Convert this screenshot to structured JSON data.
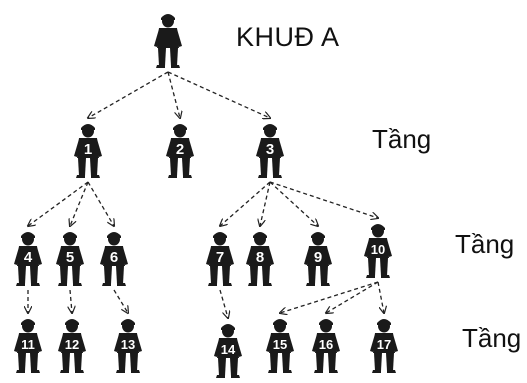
{
  "title": "KHUĐ A",
  "tier_labels": [
    "Tầng",
    "Tầng",
    "Tầng"
  ],
  "root": {
    "number": ""
  },
  "nodes": [
    {
      "id": 1,
      "label": "1",
      "level": 1,
      "parent": 0
    },
    {
      "id": 2,
      "label": "2",
      "level": 1,
      "parent": 0
    },
    {
      "id": 3,
      "label": "3",
      "level": 1,
      "parent": 0
    },
    {
      "id": 4,
      "label": "4",
      "level": 2,
      "parent": 1
    },
    {
      "id": 5,
      "label": "5",
      "level": 2,
      "parent": 1
    },
    {
      "id": 6,
      "label": "6",
      "level": 2,
      "parent": 1
    },
    {
      "id": 7,
      "label": "7",
      "level": 2,
      "parent": 3
    },
    {
      "id": 8,
      "label": "8",
      "level": 2,
      "parent": 3
    },
    {
      "id": 9,
      "label": "9",
      "level": 2,
      "parent": 3
    },
    {
      "id": 10,
      "label": "10",
      "level": 2,
      "parent": 3
    },
    {
      "id": 11,
      "label": "11",
      "level": 3,
      "parent": 4
    },
    {
      "id": 12,
      "label": "12",
      "level": 3,
      "parent": 5
    },
    {
      "id": 13,
      "label": "13",
      "level": 3,
      "parent": 6
    },
    {
      "id": 14,
      "label": "14",
      "level": 3,
      "parent": 7
    },
    {
      "id": 15,
      "label": "15",
      "level": 3,
      "parent": 10
    },
    {
      "id": 16,
      "label": "16",
      "level": 3,
      "parent": 10
    },
    {
      "id": 17,
      "label": "17",
      "level": 3,
      "parent": 10
    }
  ],
  "colors": {
    "figure": "#1a1a1a",
    "arrow": "#222222",
    "background": "#ffffff"
  }
}
